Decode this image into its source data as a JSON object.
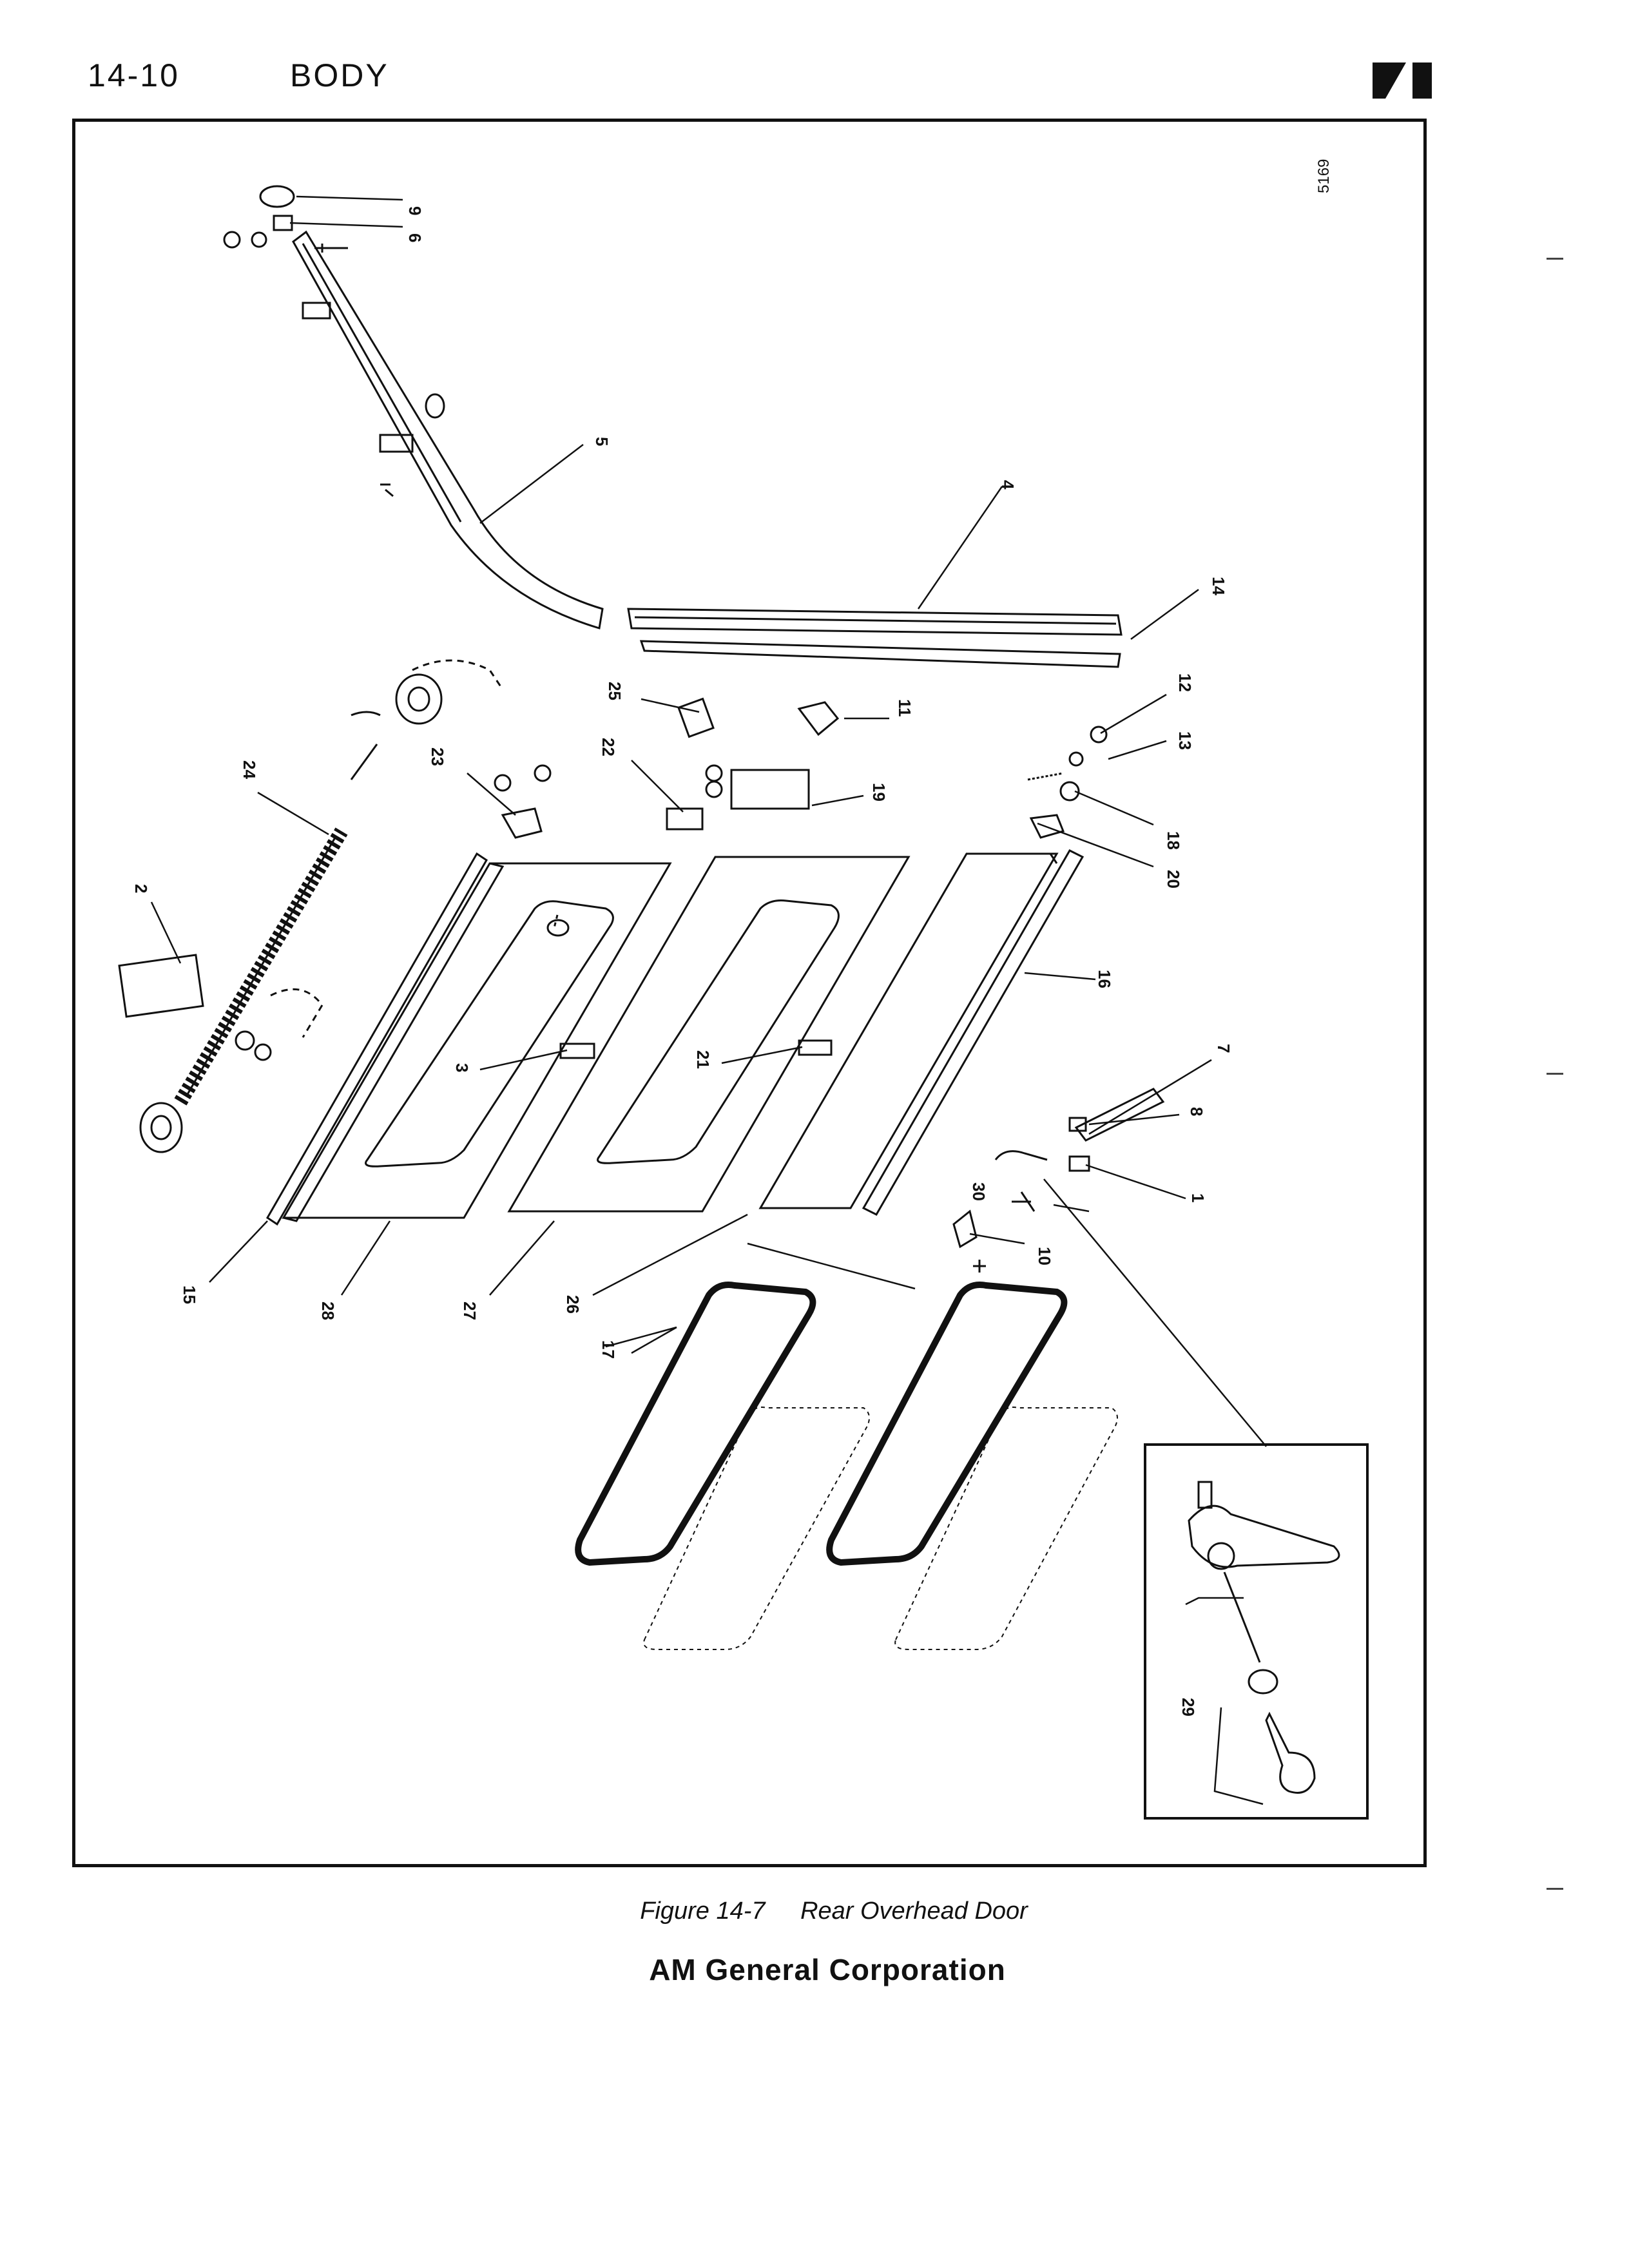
{
  "header": {
    "page_number": "14-10",
    "section": "BODY",
    "logo_icon": "manufacturer-logo-icon"
  },
  "figure": {
    "id_number": "5169",
    "callouts": [
      "1",
      "2",
      "3",
      "4",
      "5",
      "6",
      "7",
      "8",
      "9",
      "10",
      "11",
      "12",
      "13",
      "14",
      "15",
      "16",
      "17",
      "18",
      "19",
      "20",
      "21",
      "22",
      "23",
      "24",
      "25",
      "26",
      "27",
      "28",
      "29",
      "30"
    ],
    "figure_label": "Figure 14-7",
    "figure_title": "Rear Overhead Door"
  },
  "footer": {
    "company": "AM General Corporation"
  }
}
